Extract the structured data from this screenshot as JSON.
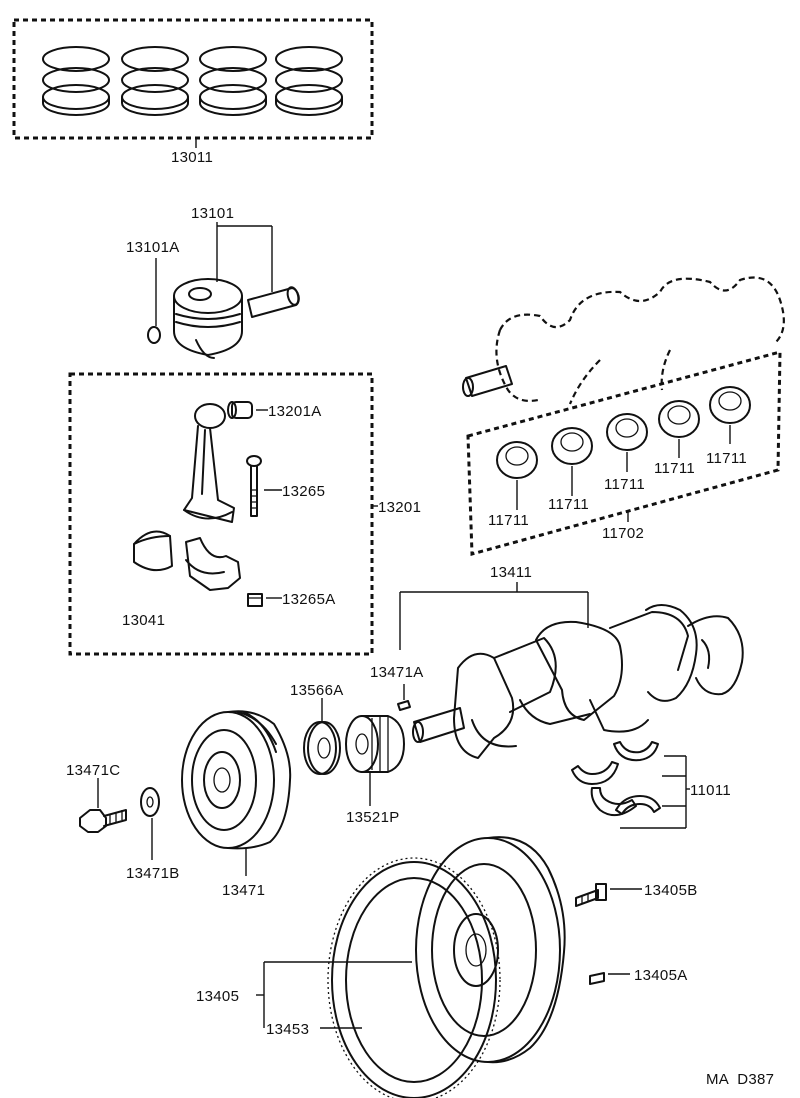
{
  "diagram_code": "MA  D387",
  "parts": {
    "piston_ring_set": "13011",
    "piston": "13101",
    "piston_pin_snap_ring": "13101A",
    "connecting_rod_assy": "13201",
    "connecting_rod_bushing": "13201A",
    "connecting_rod_bolt": "13265",
    "connecting_rod_nut": "13265A",
    "connecting_rod_bearing": "13041",
    "crankshaft_bearing_set": "11702",
    "crankshaft_bearing_1": "11711",
    "crankshaft_bearing_2": "11711",
    "crankshaft_bearing_3": "11711",
    "crankshaft_bearing_4": "11711",
    "crankshaft_bearing_5": "11711",
    "crankshaft": "13411",
    "crankshaft_key": "13471A",
    "crankshaft_pulley_set_plate": "13566A",
    "crankshaft_timing_pulley": "13521P",
    "crankshaft_pulley_bolt": "13471C",
    "crankshaft_pulley_washer": "13471B",
    "crankshaft_pulley": "13471",
    "thrust_washer_set": "11011",
    "flywheel_bolt": "13405B",
    "flywheel_pin": "13405A",
    "flywheel": "13405",
    "ring_gear": "13453"
  }
}
